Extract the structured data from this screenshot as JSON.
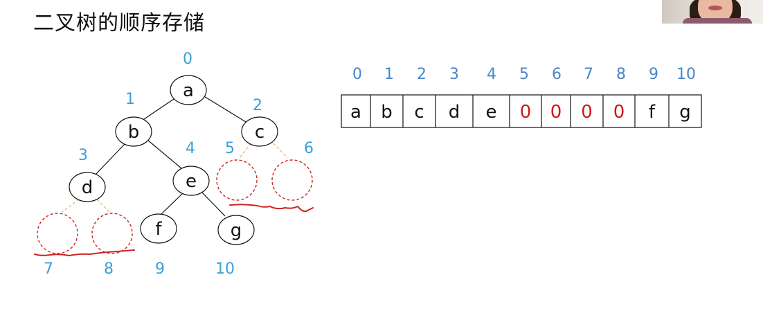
{
  "title": "二叉树的顺序存储",
  "tree": {
    "nodes": [
      {
        "label": "a",
        "index": "0"
      },
      {
        "label": "b",
        "index": "1"
      },
      {
        "label": "c",
        "index": "2"
      },
      {
        "label": "d",
        "index": "3"
      },
      {
        "label": "e",
        "index": "4"
      },
      {
        "label": "f",
        "index": "9"
      },
      {
        "label": "g",
        "index": "10"
      }
    ],
    "empty_slots": [
      {
        "index": "5"
      },
      {
        "index": "6"
      },
      {
        "index": "7"
      },
      {
        "index": "8"
      }
    ]
  },
  "array": {
    "indices": [
      "0",
      "1",
      "2",
      "3",
      "4",
      "5",
      "6",
      "7",
      "8",
      "9",
      "10"
    ],
    "cells": [
      "a",
      "b",
      "c",
      "d",
      "e",
      "0",
      "0",
      "0",
      "0",
      "f",
      "g"
    ],
    "empty_marker_color": "#cc1a1a"
  },
  "colors": {
    "index_text": "#3aa0d8",
    "array_index_text": "#4a86c8",
    "annotation": "#cc2222"
  }
}
